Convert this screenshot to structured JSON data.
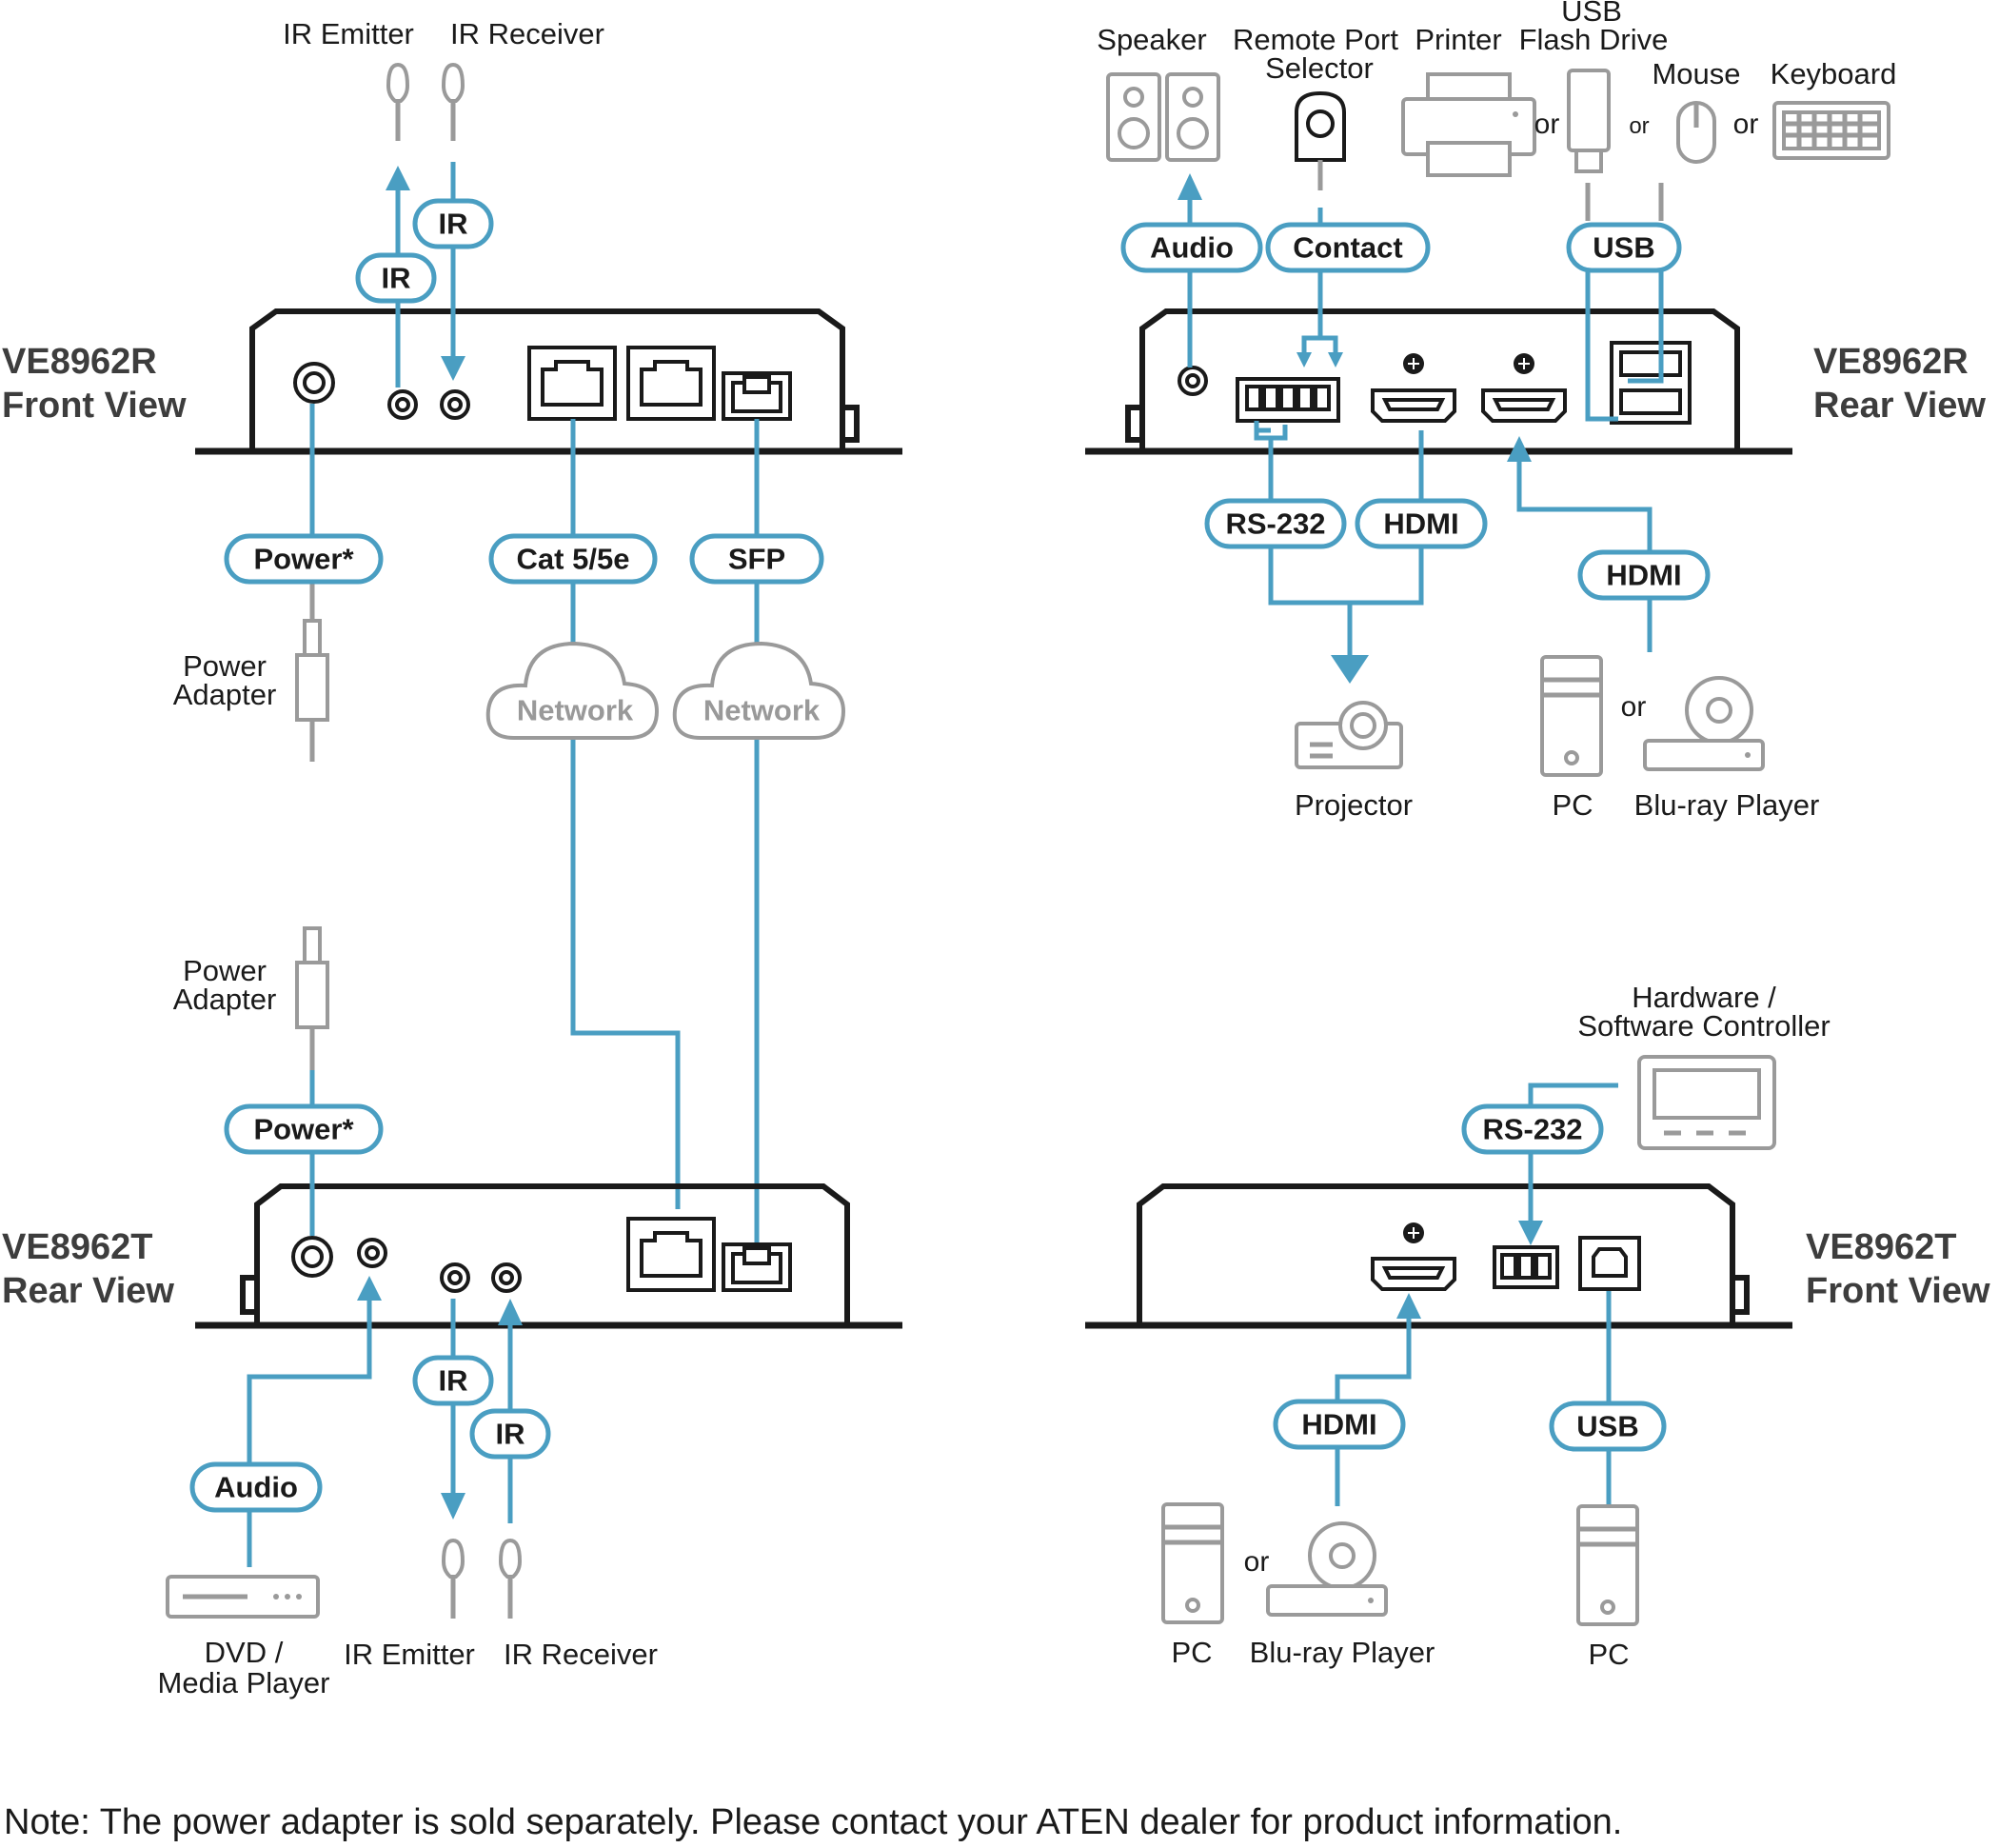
{
  "colors": {
    "accent": "#4a9ec2",
    "device": "#9a9a9a",
    "chassis": "#1a1a1a"
  },
  "titles": {
    "rx_front_1": "VE8962R",
    "rx_front_2": "Front View",
    "rx_rear_1": "VE8962R",
    "rx_rear_2": "Rear View",
    "tx_rear_1": "VE8962T",
    "tx_rear_2": "Rear View",
    "tx_front_1": "VE8962T",
    "tx_front_2": "Front View"
  },
  "labels": {
    "ir_emitter_top": "IR Emitter",
    "ir_receiver_top": "IR Receiver",
    "power_adapter_top_1": "Power",
    "power_adapter_top_2": "Adapter",
    "power_adapter_bottom_1": "Power",
    "power_adapter_bottom_2": "Adapter",
    "speaker": "Speaker",
    "remote_port_1": "Remote Port",
    "remote_port_2": "Selector",
    "printer": "Printer",
    "usb_flash_1": "USB",
    "usb_flash_2": "Flash Drive",
    "mouse": "Mouse",
    "keyboard": "Keyboard",
    "projector": "Projector",
    "pc_rx": "PC",
    "bluray_rx": "Blu-ray Player",
    "dvd_1": "DVD /",
    "dvd_2": "Media Player",
    "ir_emitter_bottom": "IR Emitter",
    "ir_receiver_bottom": "IR Receiver",
    "controller_1": "Hardware /",
    "controller_2": "Software Controller",
    "pc_tx_hdmi": "PC",
    "bluray_tx": "Blu-ray Player",
    "pc_tx_usb": "PC",
    "network_1": "Network",
    "network_2": "Network"
  },
  "connectors": {
    "ir_a": "IR",
    "ir_b": "IR",
    "power_rx": "Power*",
    "cat": "Cat 5/5e",
    "sfp": "SFP",
    "audio_rx": "Audio",
    "contact": "Contact",
    "usb_rx": "USB",
    "rs232_rx": "RS-232",
    "hdmi_rx_out": "HDMI",
    "hdmi_rx_in": "HDMI",
    "power_tx": "Power*",
    "audio_tx": "Audio",
    "ir_c": "IR",
    "ir_d": "IR",
    "rs232_tx": "RS-232",
    "hdmi_tx": "HDMI",
    "usb_tx": "USB"
  },
  "or_words": {
    "or1": "or",
    "or2": "or",
    "or3": "or",
    "or4": "or",
    "or5": "or"
  },
  "note": "Note: The power adapter is sold separately. Please contact your ATEN dealer for product information."
}
